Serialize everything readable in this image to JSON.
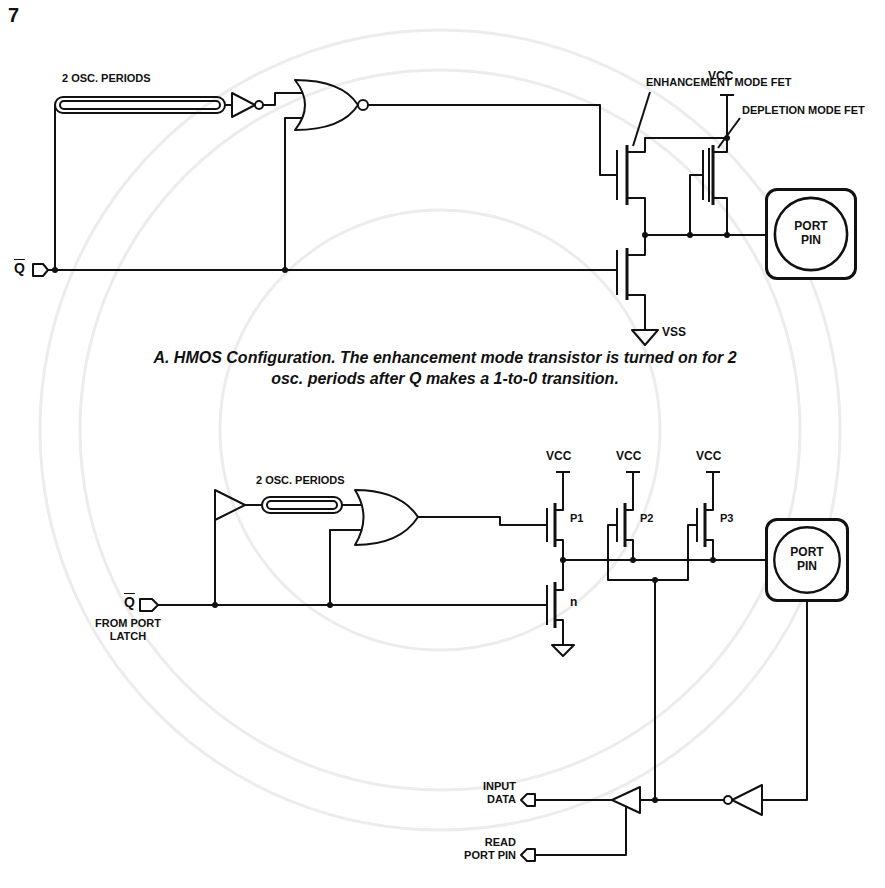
{
  "diagram": {
    "caption": "A. HMOS Configuration. The enhancement mode transistor is turned on for 2 osc. periods after Q makes a 1-to-0 transition.",
    "nodes": [
      {
        "text": [
          "PORT PIN"
        ]
      },
      {
        "text": [
          "PORT PIN"
        ]
      }
    ],
    "labels": [
      "7",
      "2 OSC. PERIODS",
      "VCC",
      "ENHANCEMENT MODE FET",
      "DEPLETION MODE FET",
      "Q",
      "VSS",
      "2 OSC. PERIODS",
      "VCC",
      "VCC",
      "VCC",
      "P1",
      "P2",
      "P3",
      "n",
      "Q",
      "FROM PORT LATCH",
      "INPUT DATA",
      "READ PORT PIN"
    ]
  }
}
